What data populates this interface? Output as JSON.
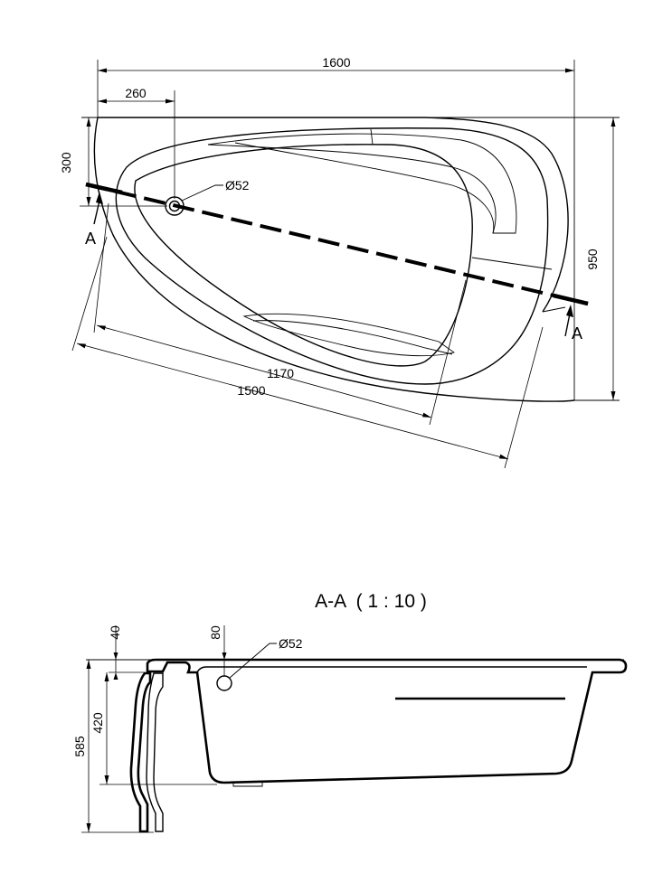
{
  "plan_view": {
    "dimensions": {
      "overall_width": "1600",
      "drain_offset": "260",
      "drain_offset_vertical": "300",
      "overall_depth": "950",
      "inner_length": "1170",
      "outer_length": "1500"
    },
    "drain_label": "Ø52",
    "section_marker_left": "A",
    "section_marker_right": "A"
  },
  "section_view": {
    "title": "A-A  ( 1 : 10 )",
    "dimensions": {
      "rim_thickness": "40",
      "overflow_offset": "80",
      "inner_depth": "420",
      "overall_height": "585"
    },
    "overflow_label": "Ø52"
  }
}
